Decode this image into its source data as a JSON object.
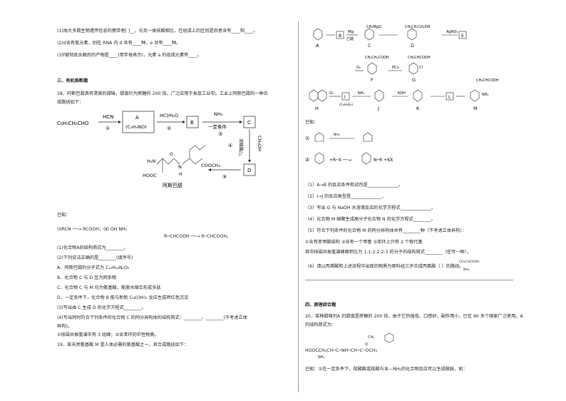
{
  "left": {
    "l1": "(1)烛大多数生物遗传信息的携带者[  ]__，与另一类核酸相比，在组成上的区别是后者含有____和____。",
    "l2": "(2)d含有氮元素，则在 RNA 内 d 共有____种，e 共有____种。",
    "l3": "(3)f被彻底水解后的产物是____(用字母表示)，元素 a 的组成元素有____。",
    "sec3": "三、有机推断题",
    "q18a": "18．阿斯巴甜具有清爽的甜味，甜度约为蔗糖的 200 倍，广泛应用于食品工业中。工业上阿斯巴甜的一种合",
    "q18b": "成路线如下：",
    "scheme": {
      "start": "C₆H₅CH₂CHO",
      "r1": "HCN",
      "n1": "①",
      "boxA": "A",
      "boxA2": "(C₉H₉NO)",
      "r2": "HCl/H₂O",
      "n2": "②",
      "boxB": "B",
      "r3": "NH₃",
      "r3b": "一定条件",
      "n3": "③",
      "boxC": "C",
      "r4": "CH₃OH",
      "r4b": "浓硫酸/△",
      "n4": "④",
      "boxD": "D",
      "n5": "⑤",
      "product": "阿斯巴甜",
      "h2n": "H₂N",
      "hooc": "HOOC",
      "nh": "N",
      "h": "H",
      "o": "O",
      "cooch3": "COOCH₃"
    },
    "known": "已知：",
    "k1": "(Ⅰ)RCN ──→ RCOOH；(Ⅱ)  OH               NH₂",
    "k1b": "R─CHCOOH  ──→  R─CHCOOH。",
    "a1": "(1)化合物A的结构简式为________。",
    "a2": "(2)下列说法正确的是________(填序号)",
    "a2A": "A．阿斯巴甜的分子式为 C₁₄H₁₈N₂O₅",
    "a2B": "B．化合物 C 与 D 互为同系物",
    "a2C": "C．化合物 C 与 M 均为氨基酸，能脱水缩合形成多肽",
    "a2D": "D．一定条件下，化合物 B 能与新制 Cu(OH)₂ 反应生成砖红色沉淀",
    "a3": "(3)写出由 C 生成 D 的化学方程式________。",
    "a4": "(4)写出同时符合下列条件的化合物 C 的同分异构体的结构简式：________、________(不考虑立体",
    "a4b": "异构)。",
    "a4c": "①核磁共振氢谱中有 3 组峰；②含苯环的中性物质。",
    "q19": "19．某天然氨基酸 M 是人体必需的氨基酸之一，其合成路线如下："
  },
  "right": {
    "sA": "A",
    "sB": "B",
    "sC": "C",
    "sD": "D",
    "sE": "E",
    "mg": "Mg",
    "ether": "乙醚",
    "ch2mgcl": "CH₂MgCl",
    "ch2ch2ch2oh": "CH₂CH₂CH₂OH",
    "agno3": "AgNO₃",
    "ch2ch2cooh": "CH₂CH₂COOH",
    "ch2chcooh": "CH₂CHCOOH",
    "pcl3": "PCl₃",
    "cl": "Cl",
    "nh2": "NH₂",
    "sF": "F",
    "sG": "G",
    "sH": "H",
    "sI": "I",
    "sJ": "J",
    "sK": "K",
    "sL": "L",
    "sM": "M",
    "o2": "O₂",
    "nh3": "NH₃",
    "koh": "KOH",
    "c8h4o3": "(C₈H₄O₃)",
    "known": "已知：",
    "ex1": "①",
    "ex2": "②",
    "ex2r": "+R─X ──→",
    "ex2p": "N─R +KX",
    "q1": "（1）A→B 的反应条件和试剂是______________。",
    "q2": "（2）I→J 的反应类型是______________。",
    "q3": "（3）写出 G 与 NaOH 水溶液反应的化学方程式______________。",
    "q4": "（4）化合物 M 缩聚生成高分子化合物 N 的化学方程式________。",
    "q5": "（5）符合下列条件的化合物 M 的同分异构体共有________种（不考虑立体异构）：",
    "q5c": "①含有苯甲酸结构  ②含有一个甲基  ③苯环上只有 2 个取代基",
    "q5d": "其中核磁共振氢谱峰面积比为 1:1:2:2:2:3 的分子的结构简式________（任写一种）。",
    "q6": "（6）请以丙烯酸和上述流程中出现的物质为原料经三步合成丙氨酸（      ）的路线。",
    "q6s": "CH₃CHCOOH",
    "q6n": "NH₂",
    "sec4": "四、原理综合题",
    "q20a": "20．某种甜味剂A 的甜度是蔗糖的 200 倍，由于它热值低、口感好、副作用小，已在 90 多个国家广泛使用。A",
    "q20b": "的结构简式为：",
    "q20hooc": "HOOCCH₂CH─C─NH─CH─C─OCH₃",
    "q20nh2": "NH₂",
    "q20o": "O",
    "q20ch2": "CH₂",
    "q20k": "已知：①在一定条件下，羧酸酯或羧酸与含—NH₂的化合物反应可以生成酰胺，如："
  }
}
